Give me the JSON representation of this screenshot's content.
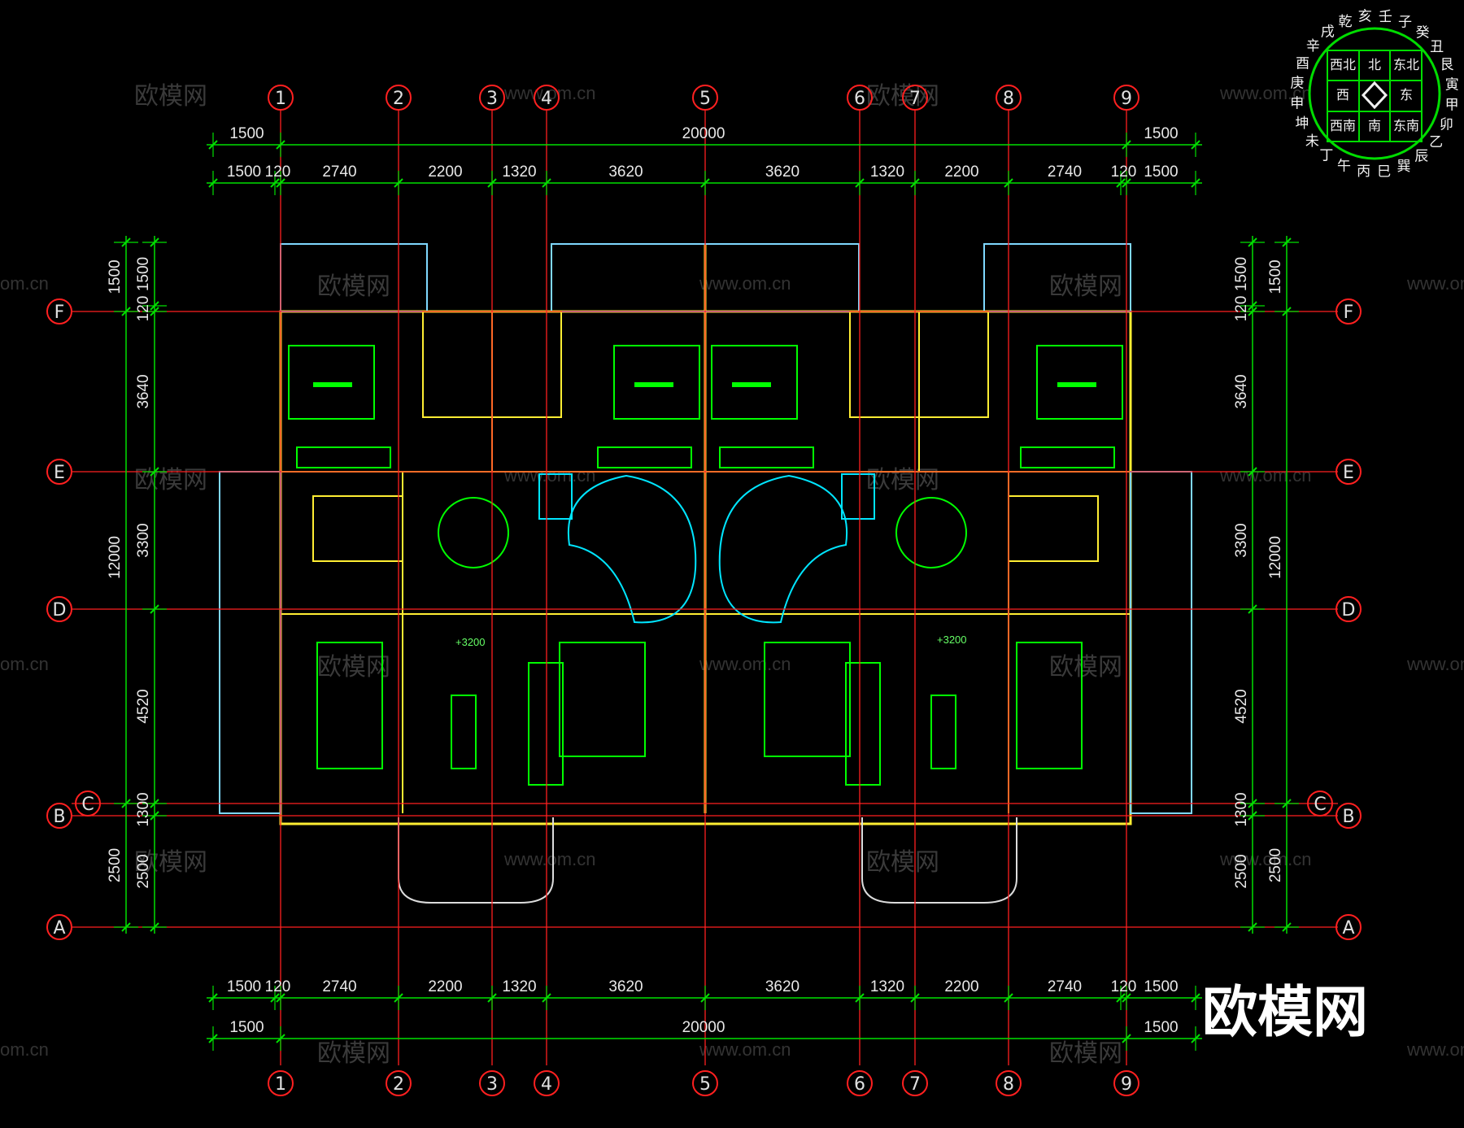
{
  "axes": {
    "columns": [
      "1",
      "2",
      "3",
      "4",
      "5",
      "6",
      "7",
      "8",
      "9"
    ],
    "rows": [
      "A",
      "B",
      "C",
      "D",
      "E",
      "F"
    ]
  },
  "dimensions": {
    "top_overall": [
      "1500",
      "20000",
      "1500"
    ],
    "top_detail": [
      "1500",
      "120",
      "2740",
      "2200",
      "1320",
      "3620",
      "3620",
      "1320",
      "2200",
      "2740",
      "120",
      "1500"
    ],
    "bottom_detail": [
      "1500",
      "120",
      "2740",
      "2200",
      "1320",
      "3620",
      "3620",
      "1320",
      "2200",
      "2740",
      "120",
      "1500"
    ],
    "bottom_overall": [
      "1500",
      "20000",
      "1500"
    ],
    "left_outer": [
      "1500",
      "12000",
      "2500"
    ],
    "left_inner": [
      "1500",
      "120",
      "3640",
      "3300",
      "4520",
      "1300",
      "2500"
    ],
    "right_inner": [
      "1500",
      "120",
      "3640",
      "3300",
      "4520",
      "1300",
      "2500"
    ],
    "right_outer": [
      "1500",
      "12000",
      "2500"
    ]
  },
  "elevations": [
    "+3200",
    "+3200"
  ],
  "watermark": {
    "brand": "欧模网",
    "url": "www.om.cn",
    "url_part": "om.cn"
  },
  "compass": {
    "grid": [
      "西北",
      "北",
      "东北",
      "西",
      "",
      "东",
      "西南",
      "南",
      "东南"
    ],
    "ring": [
      "壬",
      "子",
      "癸",
      "丑",
      "艮",
      "寅",
      "甲",
      "卯",
      "乙",
      "辰",
      "巽",
      "巳",
      "丙",
      "午",
      "丁",
      "未",
      "坤",
      "申",
      "庚",
      "酉",
      "辛",
      "戌",
      "乾",
      "亥"
    ]
  },
  "colors": {
    "background": "#000000",
    "axis": "#ff2020",
    "dimension": "#00e000",
    "wall": "#ffee33",
    "furniture": "#00ff00",
    "stair": "#00e5ff",
    "window": "#7fd8ff",
    "annotation": "#ff33ff"
  }
}
